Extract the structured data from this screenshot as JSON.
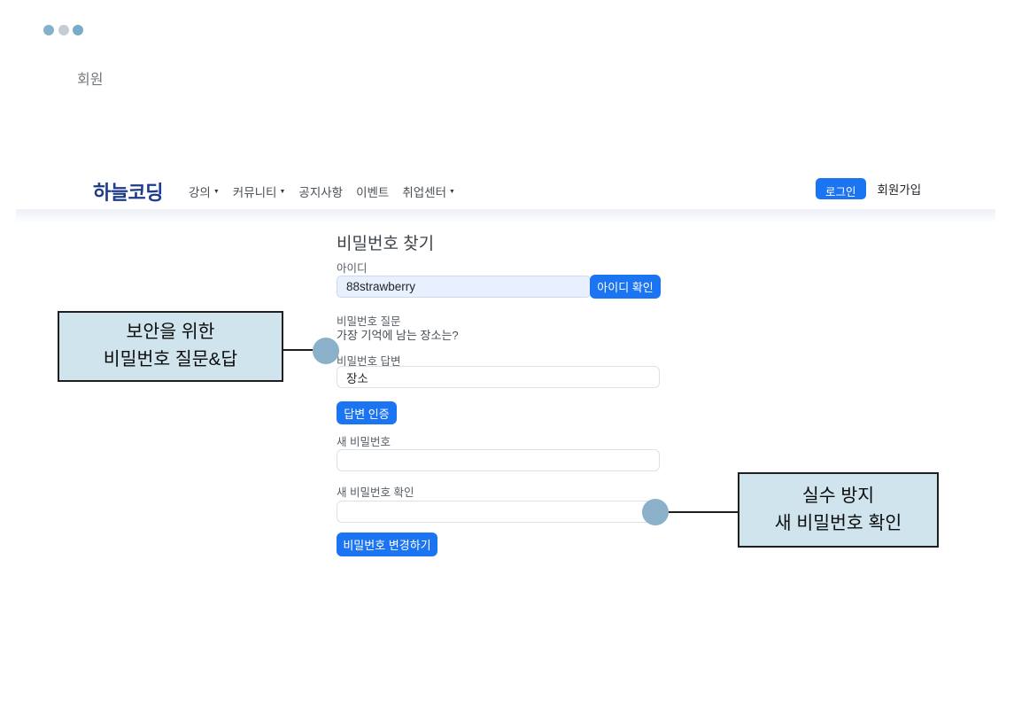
{
  "window": {
    "dots": [
      "#84b2cd",
      "#c4ccd4",
      "#77adca"
    ],
    "page_label": "회원"
  },
  "navbar": {
    "logo": "하늘코딩",
    "menu": [
      {
        "label": "강의",
        "dropdown": true
      },
      {
        "label": "커뮤니티",
        "dropdown": true
      },
      {
        "label": "공지사항",
        "dropdown": false
      },
      {
        "label": "이벤트",
        "dropdown": false
      },
      {
        "label": "취업센터",
        "dropdown": true
      }
    ],
    "login_button": "로그인",
    "signup_link": "회원가입"
  },
  "form": {
    "title": "비밀번호 찾기",
    "id_field": {
      "label": "아이디",
      "value": "88strawberry",
      "button": "아이디 확인"
    },
    "question": {
      "label": "비밀번호 질문",
      "text": "가장 기억에 남는 장소는?"
    },
    "answer_field": {
      "label": "비밀번호 답변",
      "value": "장소"
    },
    "verify_button": "답변 인증",
    "new_password_field": {
      "label": "새 비밀번호",
      "value": ""
    },
    "confirm_password_field": {
      "label": "새 비밀번호 확인",
      "value": ""
    },
    "submit_button": "비밀번호 변경하기"
  },
  "annotations": {
    "left": {
      "line1": "보안을 위한",
      "line2": "비밀번호 질문&답"
    },
    "right": {
      "line1": "실수 방지",
      "line2": "새 비밀번호 확인"
    }
  },
  "colors": {
    "primary_blue": "#1b74f1",
    "logo_navy": "#1e3a8a",
    "autofill_bg": "#e8f0fe",
    "annotation_bg": "#cfe4ec",
    "connector_dot": "#8ab1c9"
  }
}
